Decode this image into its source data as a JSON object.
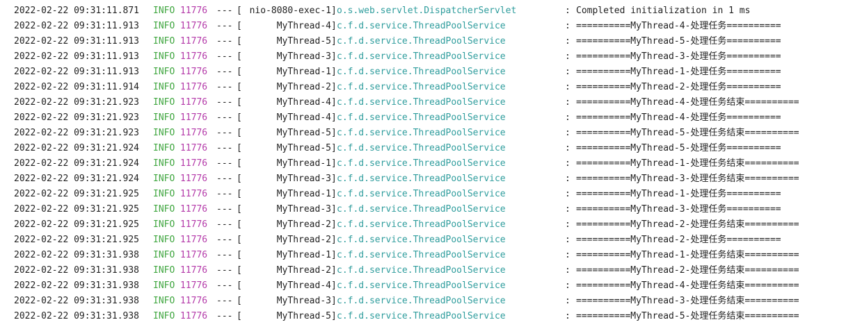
{
  "colors": {
    "background": "#ffffff",
    "text": "#1f1f1f",
    "level_info": "#3fa63f",
    "pid": "#b43aa9",
    "logger": "#2f9d9d"
  },
  "log_lines": [
    {
      "ts": "2022-02-22 09:31:11.871",
      "level": "INFO",
      "pid": "11776",
      "sep": "---",
      "thread_open": "[",
      "thread": "nio-8080-exec-1",
      "thread_close": "]",
      "logger": "o.s.web.servlet.DispatcherServlet",
      "colon": ":",
      "message": "Completed initialization in 1 ms"
    },
    {
      "ts": "2022-02-22 09:31:11.913",
      "level": "INFO",
      "pid": "11776",
      "sep": "---",
      "thread_open": "[",
      "thread": "MyThread-4",
      "thread_close": "]",
      "logger": "c.f.d.service.ThreadPoolService",
      "colon": ":",
      "message": "==========MyThread-4-处理任务=========="
    },
    {
      "ts": "2022-02-22 09:31:11.913",
      "level": "INFO",
      "pid": "11776",
      "sep": "---",
      "thread_open": "[",
      "thread": "MyThread-5",
      "thread_close": "]",
      "logger": "c.f.d.service.ThreadPoolService",
      "colon": ":",
      "message": "==========MyThread-5-处理任务=========="
    },
    {
      "ts": "2022-02-22 09:31:11.913",
      "level": "INFO",
      "pid": "11776",
      "sep": "---",
      "thread_open": "[",
      "thread": "MyThread-3",
      "thread_close": "]",
      "logger": "c.f.d.service.ThreadPoolService",
      "colon": ":",
      "message": "==========MyThread-3-处理任务=========="
    },
    {
      "ts": "2022-02-22 09:31:11.913",
      "level": "INFO",
      "pid": "11776",
      "sep": "---",
      "thread_open": "[",
      "thread": "MyThread-1",
      "thread_close": "]",
      "logger": "c.f.d.service.ThreadPoolService",
      "colon": ":",
      "message": "==========MyThread-1-处理任务=========="
    },
    {
      "ts": "2022-02-22 09:31:11.914",
      "level": "INFO",
      "pid": "11776",
      "sep": "---",
      "thread_open": "[",
      "thread": "MyThread-2",
      "thread_close": "]",
      "logger": "c.f.d.service.ThreadPoolService",
      "colon": ":",
      "message": "==========MyThread-2-处理任务=========="
    },
    {
      "ts": "2022-02-22 09:31:21.923",
      "level": "INFO",
      "pid": "11776",
      "sep": "---",
      "thread_open": "[",
      "thread": "MyThread-4",
      "thread_close": "]",
      "logger": "c.f.d.service.ThreadPoolService",
      "colon": ":",
      "message": "==========MyThread-4-处理任务结束=========="
    },
    {
      "ts": "2022-02-22 09:31:21.923",
      "level": "INFO",
      "pid": "11776",
      "sep": "---",
      "thread_open": "[",
      "thread": "MyThread-4",
      "thread_close": "]",
      "logger": "c.f.d.service.ThreadPoolService",
      "colon": ":",
      "message": "==========MyThread-4-处理任务=========="
    },
    {
      "ts": "2022-02-22 09:31:21.923",
      "level": "INFO",
      "pid": "11776",
      "sep": "---",
      "thread_open": "[",
      "thread": "MyThread-5",
      "thread_close": "]",
      "logger": "c.f.d.service.ThreadPoolService",
      "colon": ":",
      "message": "==========MyThread-5-处理任务结束=========="
    },
    {
      "ts": "2022-02-22 09:31:21.924",
      "level": "INFO",
      "pid": "11776",
      "sep": "---",
      "thread_open": "[",
      "thread": "MyThread-5",
      "thread_close": "]",
      "logger": "c.f.d.service.ThreadPoolService",
      "colon": ":",
      "message": "==========MyThread-5-处理任务=========="
    },
    {
      "ts": "2022-02-22 09:31:21.924",
      "level": "INFO",
      "pid": "11776",
      "sep": "---",
      "thread_open": "[",
      "thread": "MyThread-1",
      "thread_close": "]",
      "logger": "c.f.d.service.ThreadPoolService",
      "colon": ":",
      "message": "==========MyThread-1-处理任务结束=========="
    },
    {
      "ts": "2022-02-22 09:31:21.924",
      "level": "INFO",
      "pid": "11776",
      "sep": "---",
      "thread_open": "[",
      "thread": "MyThread-3",
      "thread_close": "]",
      "logger": "c.f.d.service.ThreadPoolService",
      "colon": ":",
      "message": "==========MyThread-3-处理任务结束=========="
    },
    {
      "ts": "2022-02-22 09:31:21.925",
      "level": "INFO",
      "pid": "11776",
      "sep": "---",
      "thread_open": "[",
      "thread": "MyThread-1",
      "thread_close": "]",
      "logger": "c.f.d.service.ThreadPoolService",
      "colon": ":",
      "message": "==========MyThread-1-处理任务=========="
    },
    {
      "ts": "2022-02-22 09:31:21.925",
      "level": "INFO",
      "pid": "11776",
      "sep": "---",
      "thread_open": "[",
      "thread": "MyThread-3",
      "thread_close": "]",
      "logger": "c.f.d.service.ThreadPoolService",
      "colon": ":",
      "message": "==========MyThread-3-处理任务=========="
    },
    {
      "ts": "2022-02-22 09:31:21.925",
      "level": "INFO",
      "pid": "11776",
      "sep": "---",
      "thread_open": "[",
      "thread": "MyThread-2",
      "thread_close": "]",
      "logger": "c.f.d.service.ThreadPoolService",
      "colon": ":",
      "message": "==========MyThread-2-处理任务结束=========="
    },
    {
      "ts": "2022-02-22 09:31:21.925",
      "level": "INFO",
      "pid": "11776",
      "sep": "---",
      "thread_open": "[",
      "thread": "MyThread-2",
      "thread_close": "]",
      "logger": "c.f.d.service.ThreadPoolService",
      "colon": ":",
      "message": "==========MyThread-2-处理任务=========="
    },
    {
      "ts": "2022-02-22 09:31:31.938",
      "level": "INFO",
      "pid": "11776",
      "sep": "---",
      "thread_open": "[",
      "thread": "MyThread-1",
      "thread_close": "]",
      "logger": "c.f.d.service.ThreadPoolService",
      "colon": ":",
      "message": "==========MyThread-1-处理任务结束=========="
    },
    {
      "ts": "2022-02-22 09:31:31.938",
      "level": "INFO",
      "pid": "11776",
      "sep": "---",
      "thread_open": "[",
      "thread": "MyThread-2",
      "thread_close": "]",
      "logger": "c.f.d.service.ThreadPoolService",
      "colon": ":",
      "message": "==========MyThread-2-处理任务结束=========="
    },
    {
      "ts": "2022-02-22 09:31:31.938",
      "level": "INFO",
      "pid": "11776",
      "sep": "---",
      "thread_open": "[",
      "thread": "MyThread-4",
      "thread_close": "]",
      "logger": "c.f.d.service.ThreadPoolService",
      "colon": ":",
      "message": "==========MyThread-4-处理任务结束=========="
    },
    {
      "ts": "2022-02-22 09:31:31.938",
      "level": "INFO",
      "pid": "11776",
      "sep": "---",
      "thread_open": "[",
      "thread": "MyThread-3",
      "thread_close": "]",
      "logger": "c.f.d.service.ThreadPoolService",
      "colon": ":",
      "message": "==========MyThread-3-处理任务结束=========="
    },
    {
      "ts": "2022-02-22 09:31:31.938",
      "level": "INFO",
      "pid": "11776",
      "sep": "---",
      "thread_open": "[",
      "thread": "MyThread-5",
      "thread_close": "]",
      "logger": "c.f.d.service.ThreadPoolService",
      "colon": ":",
      "message": "==========MyThread-5-处理任务结束=========="
    }
  ]
}
